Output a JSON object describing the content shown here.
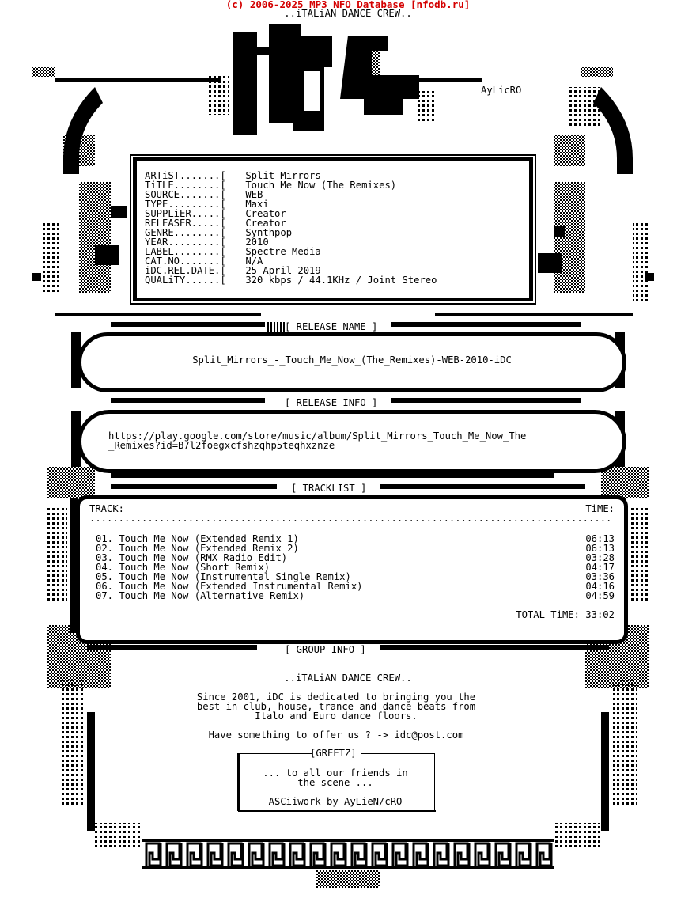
{
  "header": {
    "credit": "(c) 2006-2025 MP3 NFO Database [nfodb.ru]",
    "tagline": "..iTALiAN DANCE CREW..",
    "logo_text": "iDC",
    "artist_tag": "AyLicRO"
  },
  "info": {
    "rows": [
      {
        "label": "ARTiST.......[",
        "value": "Split Mirrors"
      },
      {
        "label": "TiTLE........[",
        "value": "Touch Me Now (The Remixes)"
      },
      {
        "label": "SOURCE.......[",
        "value": "WEB"
      },
      {
        "label": "TYPE.........[",
        "value": "Maxi"
      },
      {
        "label": "SUPPLiER.....[",
        "value": "Creator"
      },
      {
        "label": "RELEASER.....[",
        "value": "Creator"
      },
      {
        "label": "GENRE........[",
        "value": "Synthpop"
      },
      {
        "label": "YEAR.........[",
        "value": "2010"
      },
      {
        "label": "LABEL........[",
        "value": "Spectre Media"
      },
      {
        "label": "CAT.NO.......[",
        "value": "N/A"
      },
      {
        "label": "iDC.REL.DATE.[",
        "value": "25-April-2019"
      },
      {
        "label": "QUALiTY......[",
        "value": "320 kbps / 44.1KHz / Joint Stereo"
      }
    ]
  },
  "release_name": {
    "title": "[ RELEASE NAME ]",
    "value": "Split_Mirrors_-_Touch_Me_Now_(The_Remixes)-WEB-2010-iDC"
  },
  "release_info": {
    "title": "[ RELEASE INFO ]",
    "line1": "https://play.google.com/store/music/album/Split_Mirrors_Touch_Me_Now_The",
    "line2": "_Remixes?id=B7l2foegxcfshzqhp5teqhxznze"
  },
  "tracklist": {
    "title": "[ TRACKLIST ]",
    "track_header": "TRACK:",
    "time_header": "TiME:",
    "divider": "..........................................................................................",
    "tracks": [
      {
        "name": "01. Touch Me Now (Extended Remix 1)",
        "time": "06:13"
      },
      {
        "name": "02. Touch Me Now (Extended Remix 2)",
        "time": "06:13"
      },
      {
        "name": "03. Touch Me Now (RMX Radio Edit)",
        "time": "03:28"
      },
      {
        "name": "04. Touch Me Now (Short Remix)",
        "time": "04:17"
      },
      {
        "name": "05. Touch Me Now (Instrumental Single Remix)",
        "time": "03:36"
      },
      {
        "name": "06. Touch Me Now (Extended Instrumental Remix)",
        "time": "04:16"
      },
      {
        "name": "07. Touch Me Now (Alternative Remix)",
        "time": "04:59"
      }
    ],
    "total": "TOTAL TiME: 33:02"
  },
  "group_info": {
    "title": "[ GROUP INFO ]",
    "crew": "..iTALiAN DANCE CREW..",
    "line1": "Since 2001, iDC is dedicated to bringing you the",
    "line2": "best in club, house, trance and dance beats from",
    "line3": "Italo and Euro dance floors.",
    "offer": "Have something to offer us ? -> idc@post.com",
    "greetz_title": "[GREETZ]",
    "greetz_line1": "... to all our friends in",
    "greetz_line2": "the scene ...",
    "ascii_credit": "ASCiiwork by AyLieN/cRO"
  }
}
